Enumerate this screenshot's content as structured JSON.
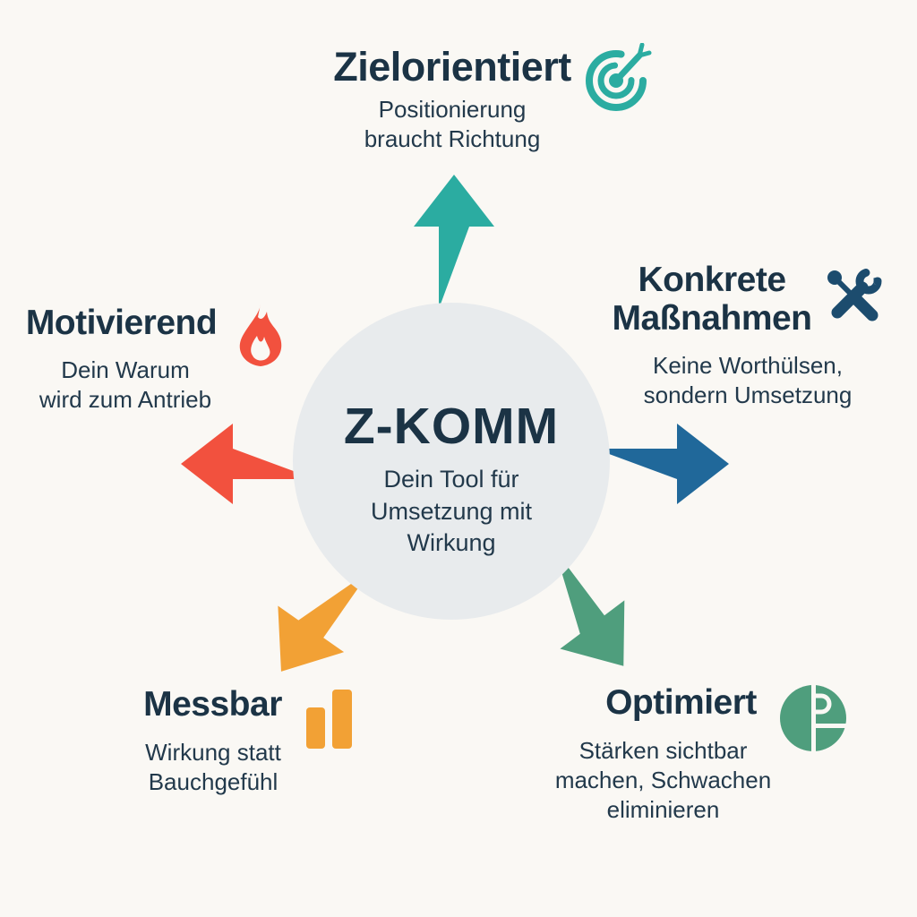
{
  "colors": {
    "background": "#FAF8F4",
    "circle_fill": "#E8EBED",
    "heading_text": "#1B3345",
    "subtitle_text": "#22394B",
    "teal": "#2BACA1",
    "red": "#F2513E",
    "blue": "#20689A",
    "navy_icon": "#1C4C6E",
    "orange": "#F2A135",
    "green": "#4F9E7D"
  },
  "center": {
    "title": "Z-KOMM",
    "line1": "Dein Tool für",
    "line2": "Umsetzung mit",
    "line3": "Wirkung"
  },
  "nodes": {
    "top": {
      "title": "Zielorientiert",
      "line1": "Positionierung",
      "line2": "braucht Richtung",
      "icon": "target-dart-icon",
      "arrow_direction": "up"
    },
    "right": {
      "title_line1": "Konkrete",
      "title_line2": "Maßnahmen",
      "line1": "Keine Worthülsen,",
      "line2": "sondern Umsetzung",
      "icon": "tools-icon",
      "arrow_direction": "right"
    },
    "left": {
      "title": "Motivierend",
      "line1": "Dein Warum",
      "line2": "wird zum Antrieb",
      "icon": "flame-icon",
      "arrow_direction": "left"
    },
    "bottom_left": {
      "title": "Messbar",
      "line1": "Wirkung statt",
      "line2": "Bauchgefühl",
      "icon": "bar-chart-icon",
      "arrow_direction": "down-left"
    },
    "bottom_right": {
      "title": "Optimiert",
      "line1": "Stärken sichtbar",
      "line2": "machen, Schwachen",
      "line3": "eliminieren",
      "icon": "pie-puzzle-icon",
      "arrow_direction": "down-right"
    }
  }
}
